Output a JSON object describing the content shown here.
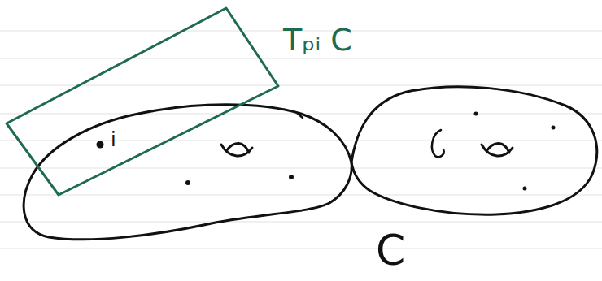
{
  "diagram": {
    "labels": [
      "Tₚᵢ C",
      "i",
      "C"
    ]
  }
}
